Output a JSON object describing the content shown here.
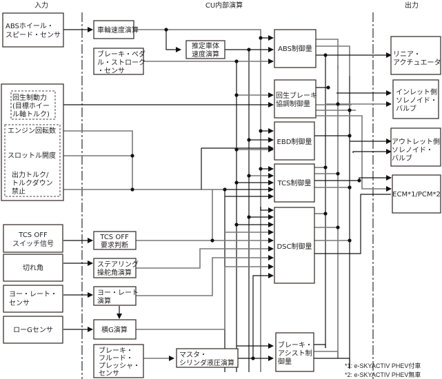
{
  "headers": {
    "input": "入力",
    "internal": "CU内部演算",
    "output": "出力"
  },
  "inputs": {
    "abs_wheel_speed_sensor": [
      "ABSホイール・",
      "スピード・センサ"
    ],
    "group_box": {
      "regen_braking_force": [
        "回生制動力",
        "(目標ホイー",
        "ル軸トルク)"
      ],
      "engine_speed": "エンジン回転数",
      "throttle_opening": "スロットル開度",
      "output_torque": [
        "出力トルク/",
        "トルクダウン",
        "禁止"
      ]
    },
    "tcs_off_switch": [
      "TCS OFF",
      "スイッチ信号"
    ],
    "steering_angle": "切れ角",
    "yaw_rate_sensor": [
      "ヨー・レート・",
      "センサ"
    ],
    "low_g_sensor": "ローGセンサ"
  },
  "calcs": {
    "wheel_speed_calc": "車輪速度演算",
    "brake_pedal_stroke_sensor": [
      "ブレーキ・ペダ",
      "ル・ストローク",
      "・センサ"
    ],
    "estimated_vehicle_speed": [
      "推定車体",
      "速度演算"
    ],
    "tcs_off_request": [
      "TCS OFF",
      "要求判断"
    ],
    "steering_angle_calc": [
      "ステアリング",
      "操舵角演算"
    ],
    "yaw_rate_calc": [
      "ヨー・レート",
      "演算"
    ],
    "lateral_g_calc": "横G演算",
    "brake_fluid_pressure_sensor": [
      "ブレーキ・",
      "フルード・",
      "プレッシャ・",
      "センサ"
    ],
    "master_cylinder_pressure_calc": [
      "マスタ・",
      "シリンダ液圧演算"
    ]
  },
  "controls": {
    "abs": "ABS制御量",
    "regen_brake": [
      "回生ブレーキ",
      "協調制御量"
    ],
    "ebd": "EBD制御量",
    "tcs": "TCS制御量",
    "dsc": "DSC制御量",
    "brake_assist": [
      "ブレーキ・",
      "アシスト制",
      "御量"
    ]
  },
  "outputs": {
    "linear_actuator": [
      "リニア・",
      "アクチュエータ"
    ],
    "inlet_solenoid": [
      "インレット側",
      "ソレノイド・",
      "バルブ"
    ],
    "outlet_solenoid": [
      "アウトレット側",
      "ソレノイド・",
      "バルブ"
    ],
    "ecm_pcm": "ECM*1/PCM*2"
  },
  "footnotes": [
    "*1: e-SKYACTIV PHEV付車",
    "*2: e-SKYACTIV PHEV無車"
  ]
}
